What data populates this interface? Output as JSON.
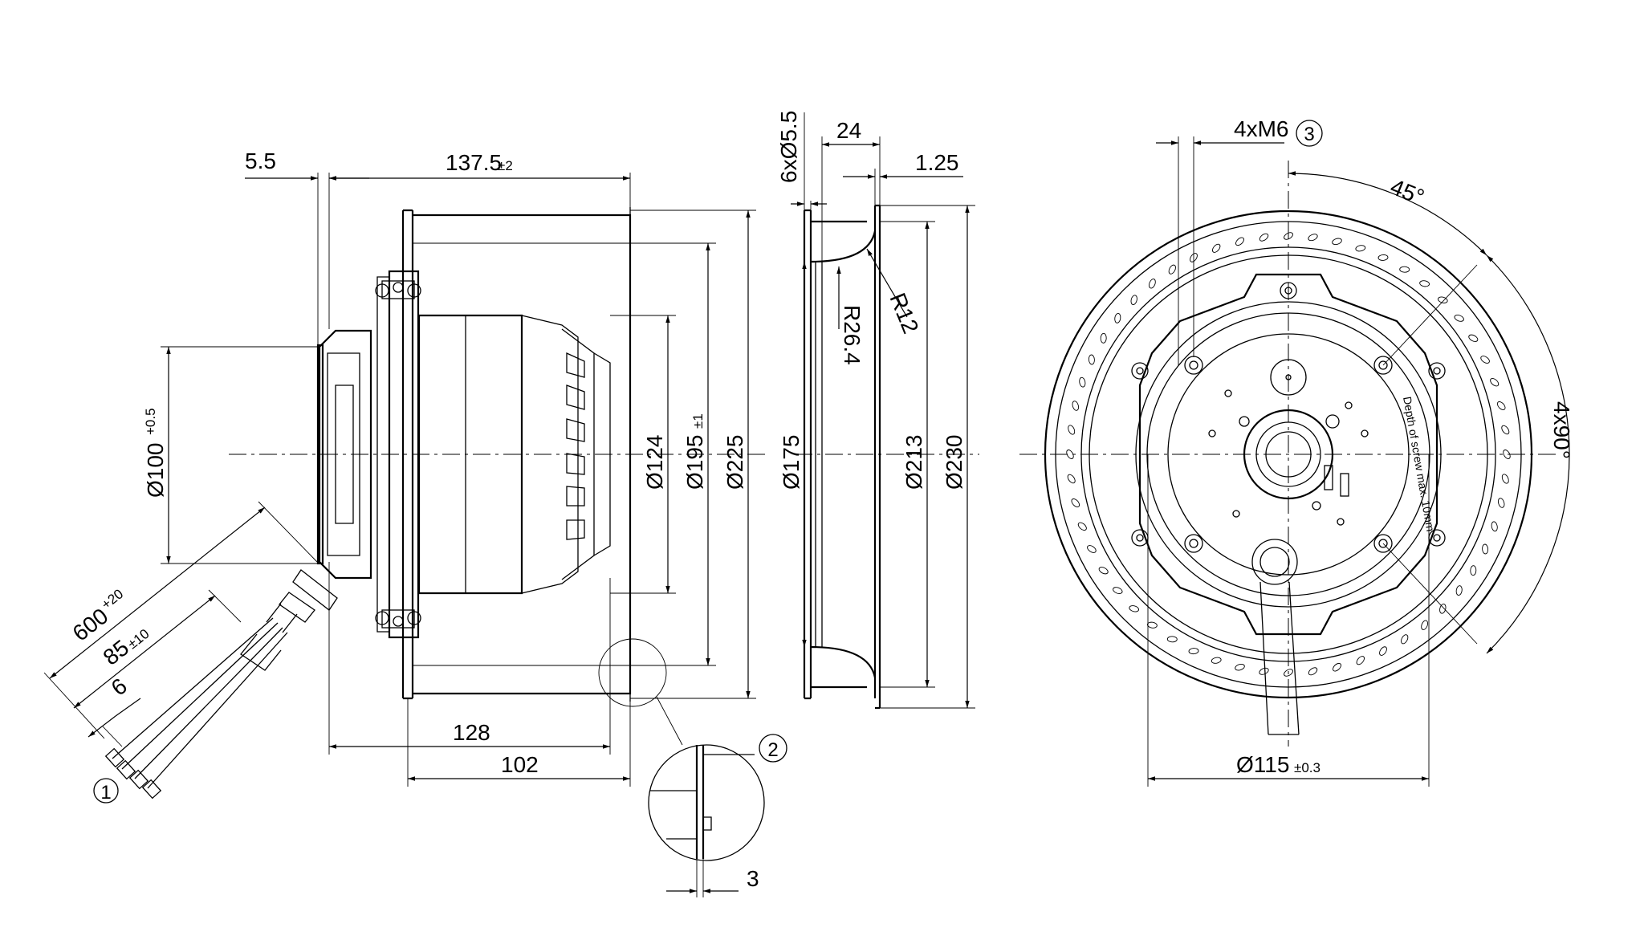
{
  "side_view": {
    "dim_5_5": "5.5",
    "dim_137_5": "137.5",
    "dim_137_5_tol": "±2",
    "dim_d100": "Ø100",
    "dim_d100_tol": "+0.5",
    "dim_d124": "Ø124",
    "dim_d195": "Ø195",
    "dim_d195_tol": "±1",
    "dim_d225": "Ø225",
    "dim_600": "600",
    "dim_600_tol": "+20",
    "dim_85": "85",
    "dim_85_tol": "±10",
    "dim_6": "6",
    "dim_128": "128",
    "dim_102": "102",
    "callout_1": "1"
  },
  "detail": {
    "callout_2": "2",
    "dim_3": "3"
  },
  "inlet_ring": {
    "dim_holes": "6xØ5.5",
    "dim_24": "24",
    "dim_1_25": "1.25",
    "dim_r12": "R12",
    "dim_r26_4": "R26.4",
    "dim_d175": "Ø175",
    "dim_d213": "Ø213",
    "dim_d230": "Ø230"
  },
  "front_view": {
    "dim_thread": "4xM6",
    "callout_3": "3",
    "dim_45": "45°",
    "dim_4x90": "4x90°",
    "dim_d115": "Ø115",
    "dim_d115_tol": "±0.3",
    "depth_note": "Depth of screw max. 10mm"
  }
}
